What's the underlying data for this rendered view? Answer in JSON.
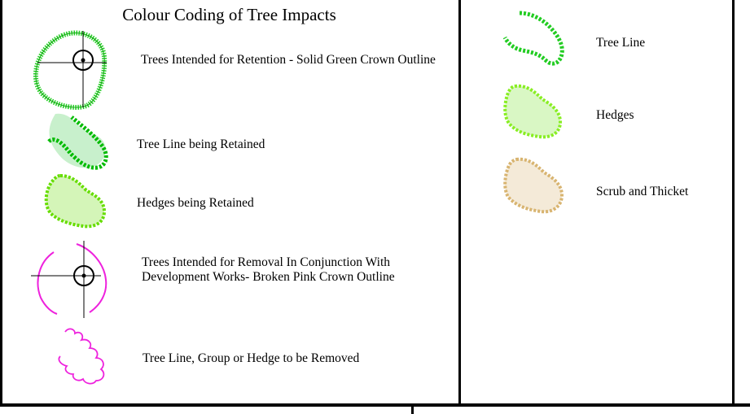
{
  "legend_left": {
    "title": "Colour Coding of Tree Impacts",
    "items": [
      {
        "label": "Trees Intended for Retention - Solid Green Crown Outline",
        "symbol": "retained-tree-icon",
        "color": "#22cc22"
      },
      {
        "label": "Tree Line being Retained",
        "symbol": "retained-tree-line-icon",
        "color": "#00bb00",
        "fill": "#c8f0cc"
      },
      {
        "label": "Hedges being Retained",
        "symbol": "retained-hedge-icon",
        "color": "#66dd00",
        "fill": "#d4f5b8"
      },
      {
        "label": "Trees Intended for Removal In Conjunction With Development Works- Broken Pink Crown Outline",
        "symbol": "removed-tree-icon",
        "color": "#ee22dd"
      },
      {
        "label": "Tree Line, Group or Hedge to be Removed",
        "symbol": "removed-tree-line-icon",
        "color": "#ee22dd"
      }
    ]
  },
  "legend_right": {
    "items": [
      {
        "label": "Tree Line",
        "symbol": "tree-line-icon",
        "color": "#22cc22"
      },
      {
        "label": "Hedges",
        "symbol": "hedge-icon",
        "color": "#88ee22",
        "fill": "#d9f7c4"
      },
      {
        "label": "Scrub and Thicket",
        "symbol": "scrub-thicket-icon",
        "color": "#d8b470",
        "fill": "#f4ead8"
      }
    ]
  }
}
